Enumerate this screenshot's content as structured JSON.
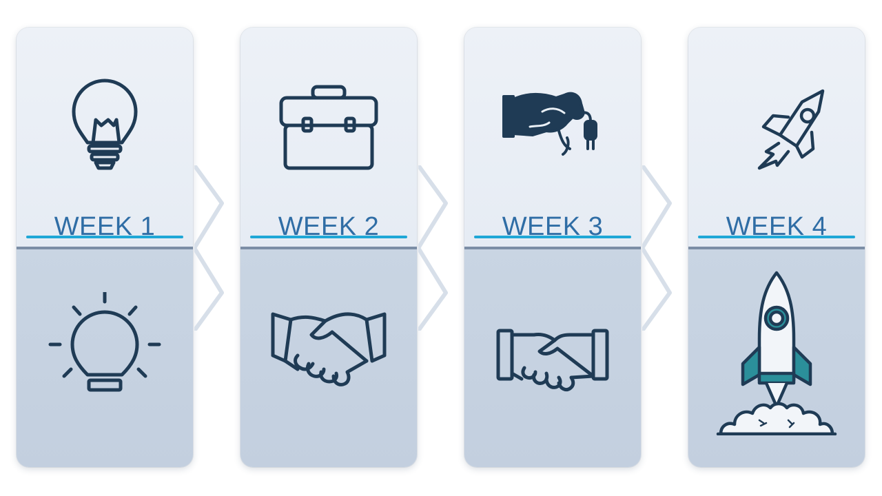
{
  "colors": {
    "label": "#2f6da5",
    "accent_line": "#1fa7d6",
    "icon_stroke": "#1f3b55",
    "rocket_accent": "#2b8f9a",
    "card_top": "#edf1f7",
    "card_bottom": "#c9d5e3"
  },
  "steps": [
    {
      "label": "WEEK 1",
      "top_icon": "lightbulb-icon",
      "bottom_icon": "idea-lightbulb-icon"
    },
    {
      "label": "WEEK 2",
      "top_icon": "briefcase-icon",
      "bottom_icon": "handshake-icon"
    },
    {
      "label": "WEEK 3",
      "top_icon": "handshake-plug-icon",
      "bottom_icon": "handshake-icon"
    },
    {
      "label": "WEEK 4",
      "top_icon": "rocket-icon",
      "bottom_icon": "rocket-launch-icon"
    }
  ]
}
